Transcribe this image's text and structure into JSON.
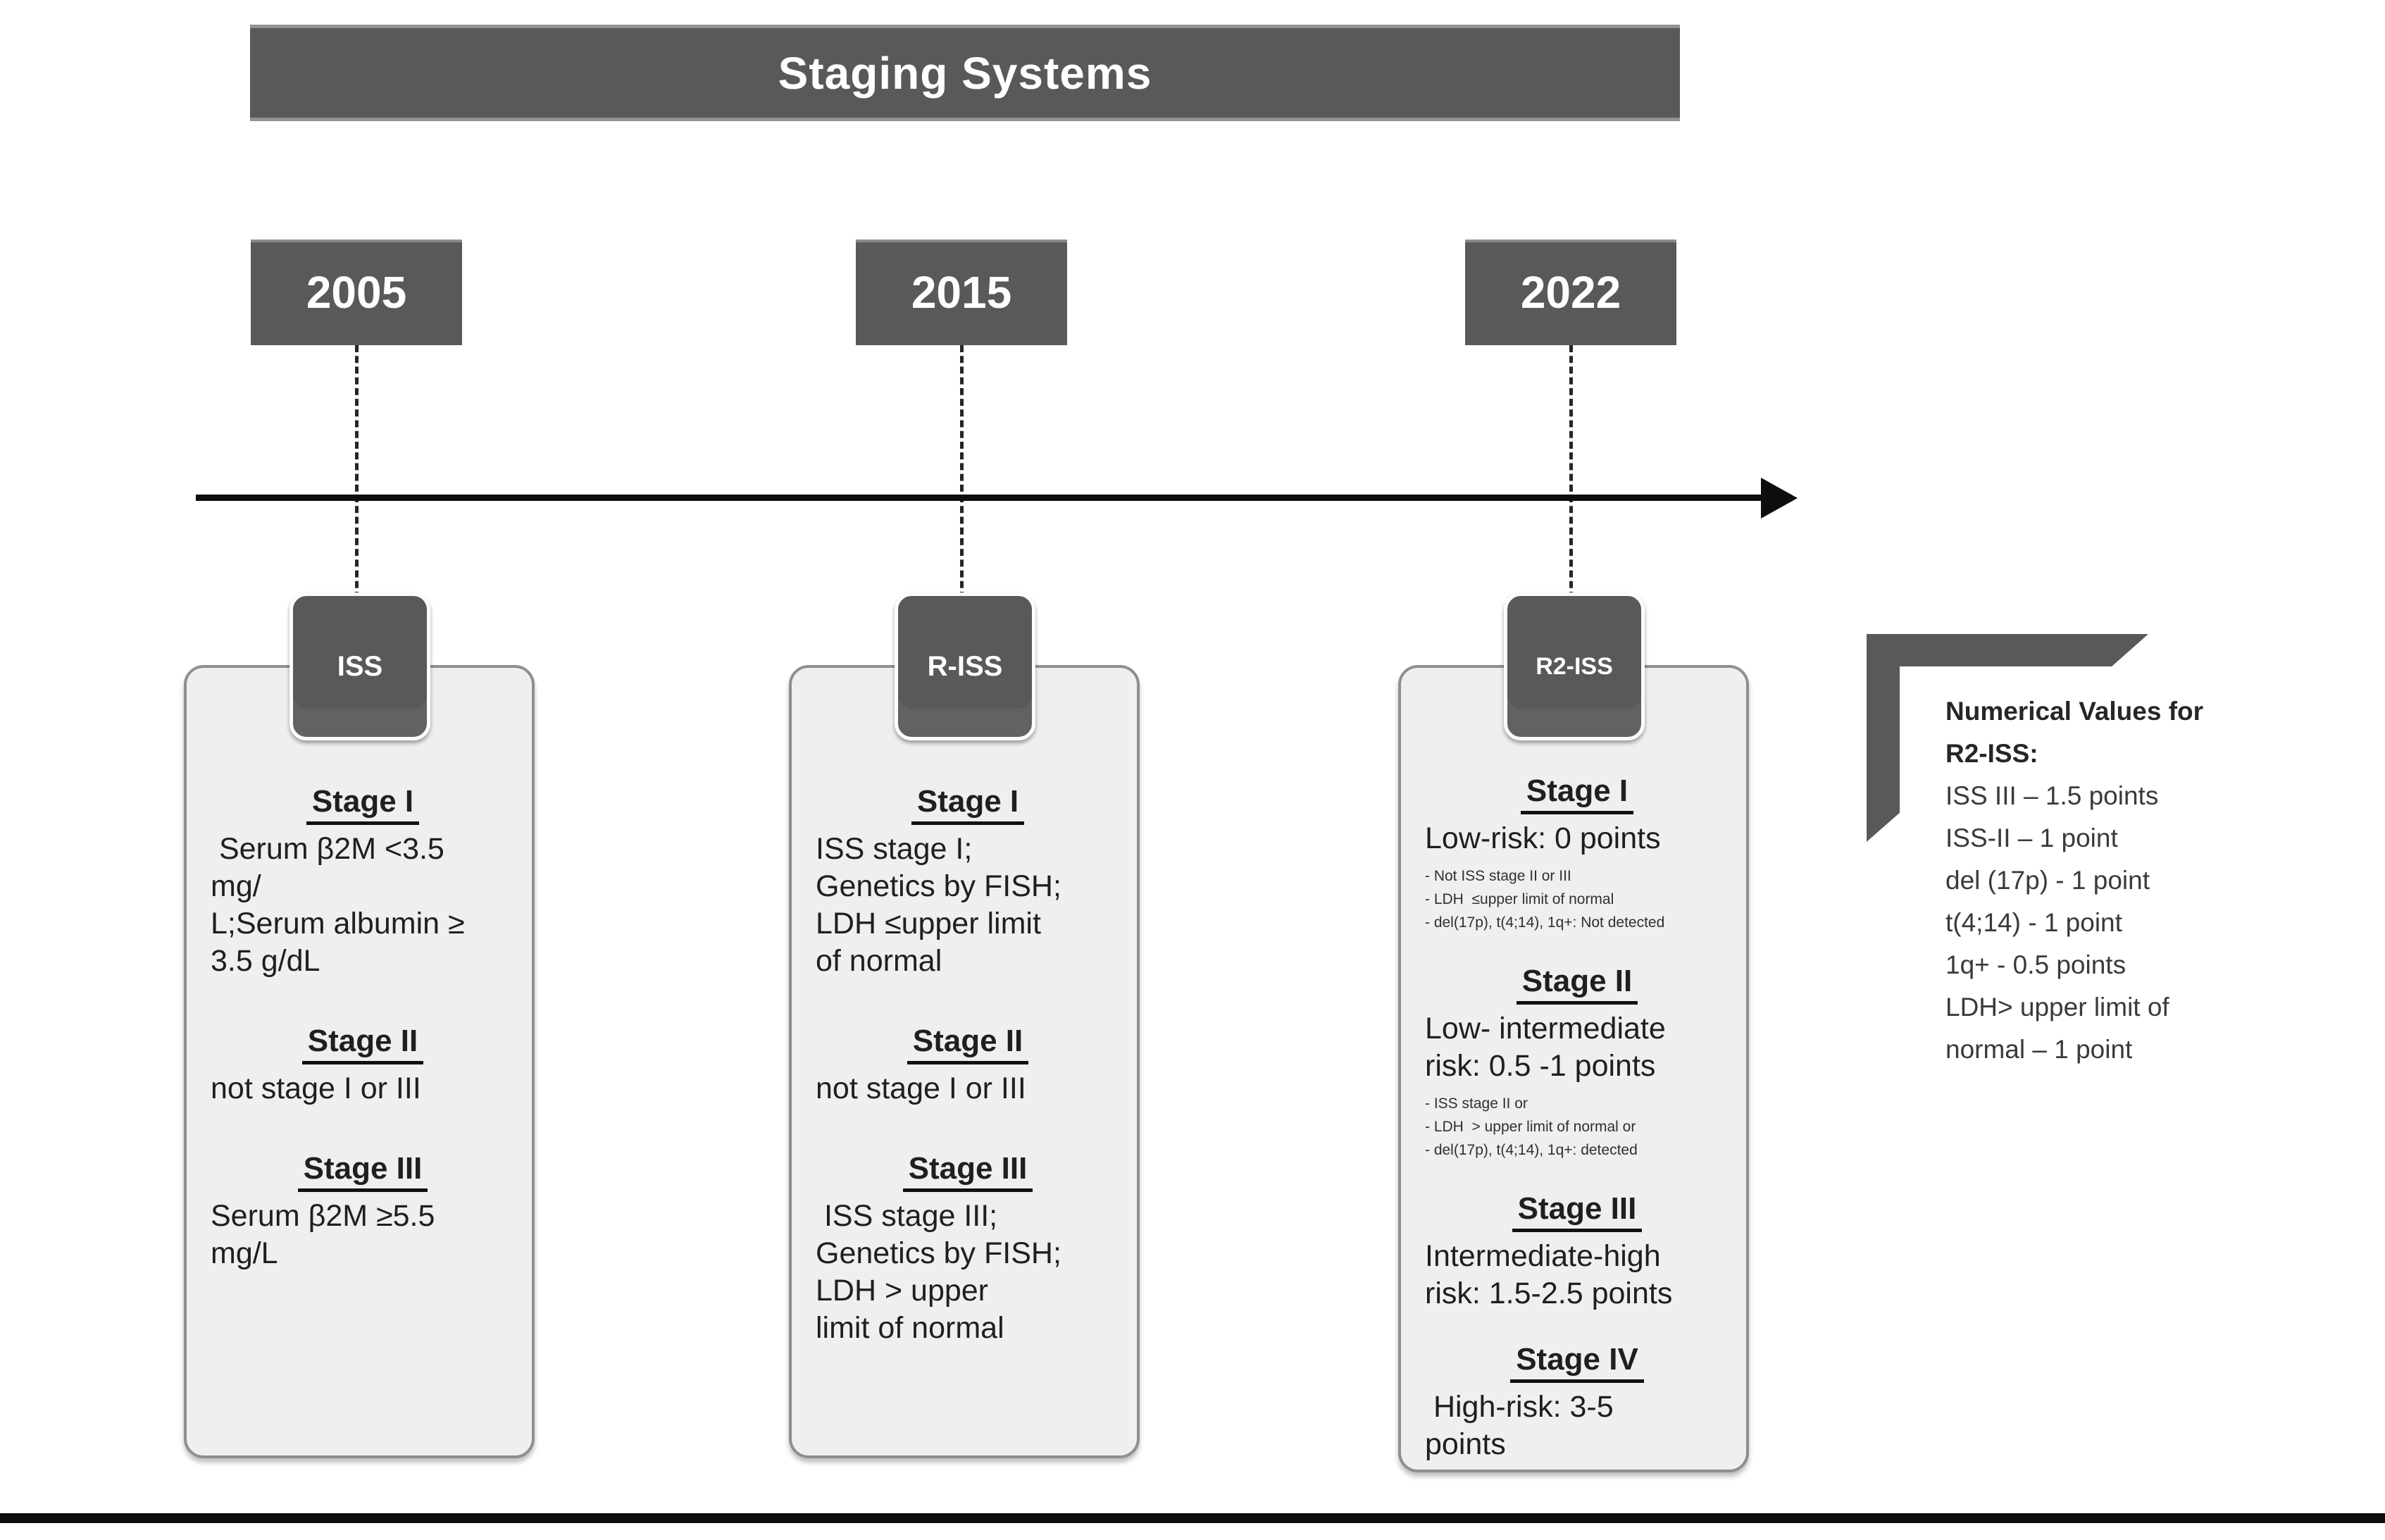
{
  "title": "Staging Systems",
  "timeline": {
    "years": [
      "2005",
      "2015",
      "2022"
    ]
  },
  "colors": {
    "accent_dark": "#595959",
    "card_bg": "#efefef",
    "card_border": "#8f8f8f",
    "timeline_black": "#0d0d0d",
    "text": "#1f1f1f"
  },
  "systems": [
    {
      "badge": "ISS",
      "year": "2005",
      "stages": [
        {
          "heading": "Stage I",
          "lines": [
            " Serum β2M <3.5",
            "mg/",
            "L;Serum albumin ≥",
            "3.5 g/dL"
          ]
        },
        {
          "heading": "Stage II",
          "lines": [
            "not stage I or III"
          ]
        },
        {
          "heading": "Stage III",
          "lines": [
            "Serum β2M ≥5.5",
            "mg/L"
          ]
        }
      ]
    },
    {
      "badge": "R-ISS",
      "year": "2015",
      "stages": [
        {
          "heading": "Stage I",
          "lines": [
            "ISS stage I;",
            "Genetics by FISH;",
            "LDH ≤upper limit",
            "of normal"
          ]
        },
        {
          "heading": "Stage II",
          "lines": [
            "not stage I or III"
          ]
        },
        {
          "heading": "Stage III",
          "lines": [
            " ISS stage III;",
            "Genetics by FISH;",
            "LDH > upper",
            "limit of normal"
          ]
        }
      ]
    },
    {
      "badge": "R2-ISS",
      "year": "2022",
      "stages": [
        {
          "heading": "Stage I",
          "lines": [
            "Low-risk: 0 points"
          ],
          "bullets": [
            "- Not ISS stage II or III",
            "- LDH  ≤upper limit of normal",
            "- del(17p), t(4;14), 1q+: Not detected"
          ]
        },
        {
          "heading": "Stage II",
          "lines": [
            "Low- intermediate",
            "risk: 0.5 -1 points"
          ],
          "bullets": [
            "- ISS stage II or",
            "- LDH  > upper limit of normal or",
            "- del(17p), t(4;14), 1q+: detected"
          ]
        },
        {
          "heading": "Stage III",
          "lines": [
            "Intermediate-high",
            "risk: 1.5-2.5 points"
          ]
        },
        {
          "heading": "Stage IV",
          "lines": [
            " High-risk: 3-5",
            "points"
          ]
        }
      ]
    }
  ],
  "side_note": {
    "title_lines": [
      "Numerical Values for",
      "R2-ISS:"
    ],
    "lines": [
      "ISS III – 1.5 points",
      "ISS-II – 1 point",
      "del (17p) - 1 point",
      "t(4;14) - 1 point",
      "1q+ - 0.5 points",
      "LDH> upper limit of",
      "normal – 1 point"
    ]
  }
}
